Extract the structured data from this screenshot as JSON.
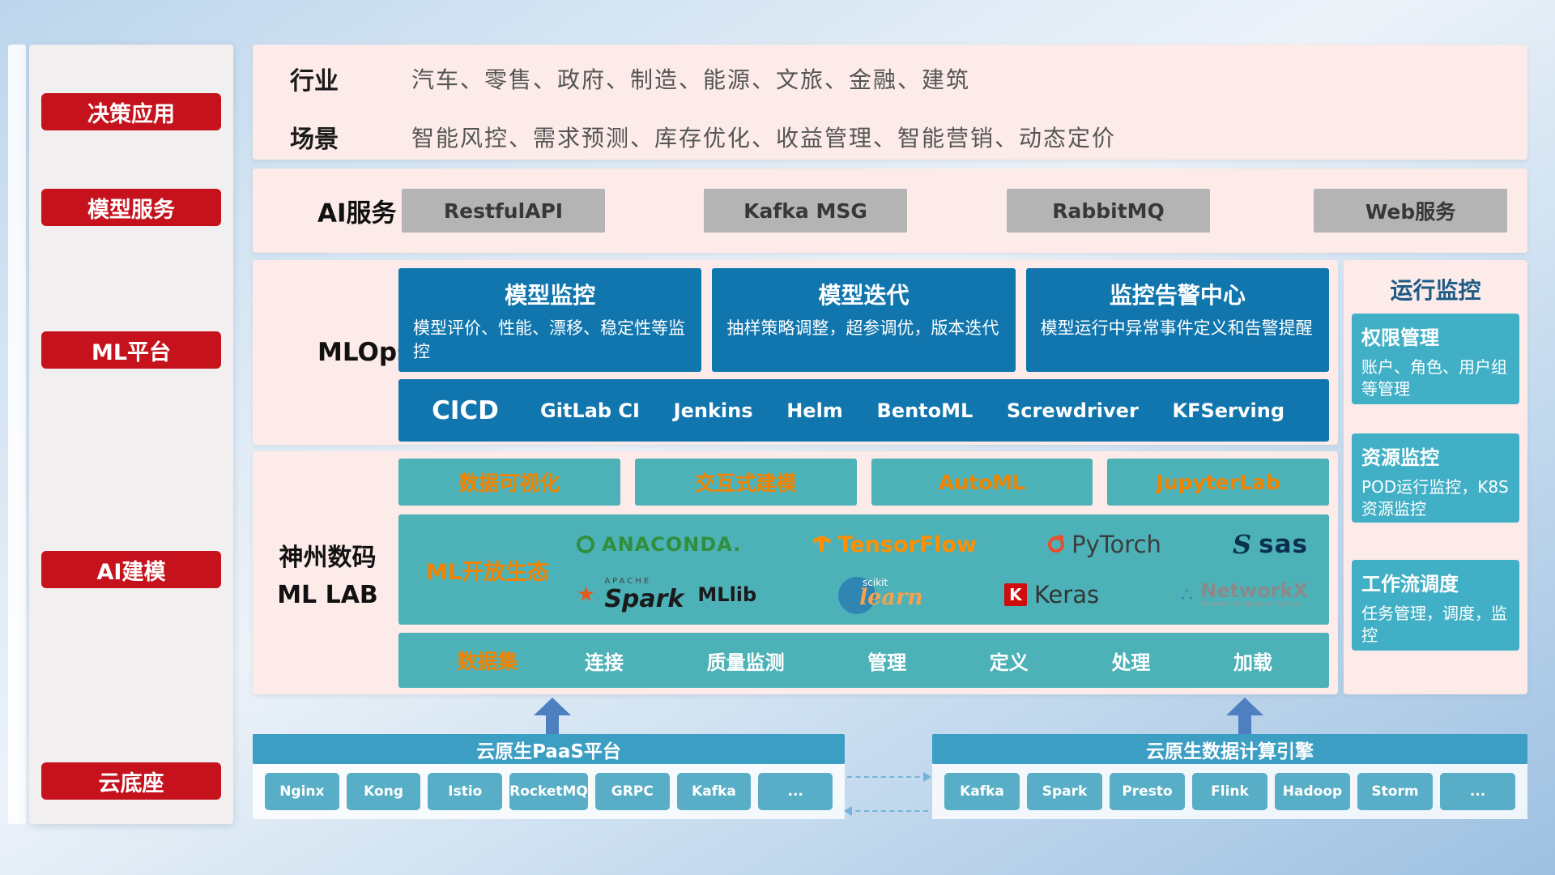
{
  "sidebar": {
    "items": [
      {
        "label": "决策应用"
      },
      {
        "label": "模型服务"
      },
      {
        "label": "ML平台"
      },
      {
        "label": "AI建模"
      },
      {
        "label": "云底座"
      }
    ]
  },
  "industry": {
    "rows": [
      {
        "label": "行业",
        "text": "汽车、零售、政府、制造、能源、文旅、金融、建筑"
      },
      {
        "label": "场景",
        "text": "智能风控、需求预测、库存优化、收益管理、智能营销、动态定价"
      }
    ]
  },
  "ai_service": {
    "label": "AI服务",
    "items": [
      {
        "label": "RestfulAPI"
      },
      {
        "label": "Kafka MSG"
      },
      {
        "label": "RabbitMQ"
      },
      {
        "label": "Web服务"
      }
    ]
  },
  "mlops": {
    "label": "MLOps",
    "cards": [
      {
        "title": "模型监控",
        "desc": "模型评价、性能、漂移、稳定性等监控"
      },
      {
        "title": "模型迭代",
        "desc": "抽样策略调整，超参调优，版本迭代"
      },
      {
        "title": "监控告警中心",
        "desc": "模型运行中异常事件定义和告警提醒"
      }
    ],
    "cicd": {
      "label": "CICD",
      "items": [
        {
          "label": "GitLab CI"
        },
        {
          "label": "Jenkins"
        },
        {
          "label": "Helm"
        },
        {
          "label": "BentoML"
        },
        {
          "label": "Screwdriver"
        },
        {
          "label": "KFServing"
        }
      ]
    }
  },
  "mllab": {
    "label_line1": "神州数码",
    "label_line2": "ML LAB",
    "tools": [
      {
        "label": "数据可视化"
      },
      {
        "label": "交互式建模"
      },
      {
        "label": "AutoML"
      },
      {
        "label": "JupyterLab"
      }
    ],
    "ecosystem": {
      "label": "ML开放生态",
      "logos": [
        {
          "name": "ANACONDA."
        },
        {
          "name": "TensorFlow"
        },
        {
          "name": "PyTorch"
        },
        {
          "name": "sas"
        },
        {
          "sub": "APACHE",
          "name": "Spark",
          "suffix": "MLlib"
        },
        {
          "sub": "scikit",
          "name": "learn"
        },
        {
          "icon_letter": "K",
          "name": "Keras"
        },
        {
          "name": "NetworkX",
          "sub": "Network Analysis in Python"
        }
      ]
    },
    "dataset": {
      "label": "数据集",
      "items": [
        {
          "label": "连接"
        },
        {
          "label": "质量监测"
        },
        {
          "label": "管理"
        },
        {
          "label": "定义"
        },
        {
          "label": "处理"
        },
        {
          "label": "加载"
        }
      ]
    }
  },
  "monitor": {
    "title": "运行监控",
    "cards": [
      {
        "title": "权限管理",
        "desc": "账户、角色、用户组等管理"
      },
      {
        "title": "资源监控",
        "desc": "POD运行监控，K8S资源监控"
      },
      {
        "title": "工作流调度",
        "desc": "任务管理，调度，监控"
      }
    ]
  },
  "cloud": {
    "paas": {
      "title": "云原生PaaS平台",
      "items": [
        {
          "label": "Nginx"
        },
        {
          "label": "Kong"
        },
        {
          "label": "Istio"
        },
        {
          "label": "RocketMQ"
        },
        {
          "label": "GRPC"
        },
        {
          "label": "Kafka"
        },
        {
          "label": "..."
        }
      ]
    },
    "engine": {
      "title": "云原生数据计算引擎",
      "items": [
        {
          "label": "Kafka"
        },
        {
          "label": "Spark"
        },
        {
          "label": "Presto"
        },
        {
          "label": "Flink"
        },
        {
          "label": "Hadoop"
        },
        {
          "label": "Storm"
        },
        {
          "label": "..."
        }
      ]
    }
  },
  "colors": {
    "accent_red": "#c5121c",
    "band_pink": "#fcebe8",
    "card_blue": "#1176ae",
    "teal": "#4cb2b8",
    "teal_cyan": "#41b0c6",
    "bar_blue": "#3d9ec4",
    "tech_btn_blue": "#57aec6",
    "orange_text": "#f08300",
    "arrow_blue": "#4e7fc0"
  }
}
